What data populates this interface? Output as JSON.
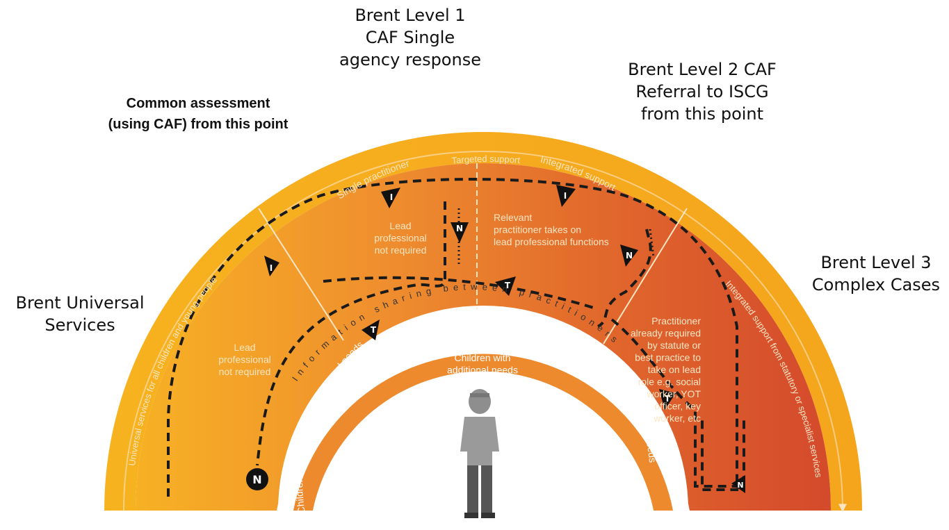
{
  "labels": {
    "level1": "Brent  Level 1\nCAF Single\nagency response",
    "level2": "Brent Level 2 CAF\nReferral to ISCG\nfrom this point",
    "level3": "Brent Level 3\nComplex Cases",
    "universal": "Brent  Universal\nServices",
    "common_assessment": "Common assessment\n(using CAF) from this point"
  },
  "diagram": {
    "outer_band": "Universal services for all children and young people",
    "right_band": "Integrated support from statutory or specialist services",
    "targeted_support": "Targeted support",
    "single_practitioner": "Single practitioner",
    "integrated_support": "Integrated support",
    "info_sharing": "Information sharing between practitioners",
    "lead_not_required_1": "Lead\nprofessional\nnot required",
    "lead_not_required_2": "Lead\nprofessional\nnot required",
    "relevant_practitioner": "Relevant\npractitioner takes on\nlead professional functions",
    "practitioner_required": "Practitioner\nalready required\nby statute or\nbest practice to\ntake on lead\nrole e.g. social\nworker, YOT\nofficer, key\nworker, etc",
    "children_no_needs": "Children with no identified additional needs",
    "children_additional": "Children with\nadditional needs",
    "children_complex": "Children with complex needs",
    "markers": {
      "N": "N",
      "I": "I",
      "T": "T"
    }
  },
  "colors": {
    "orange_light": "#f7b02a",
    "orange_mid": "#ee8e2e",
    "orange_dark": "#d9532c",
    "band_yellow": "#f6a91d",
    "text_light": "#fde6c4"
  }
}
